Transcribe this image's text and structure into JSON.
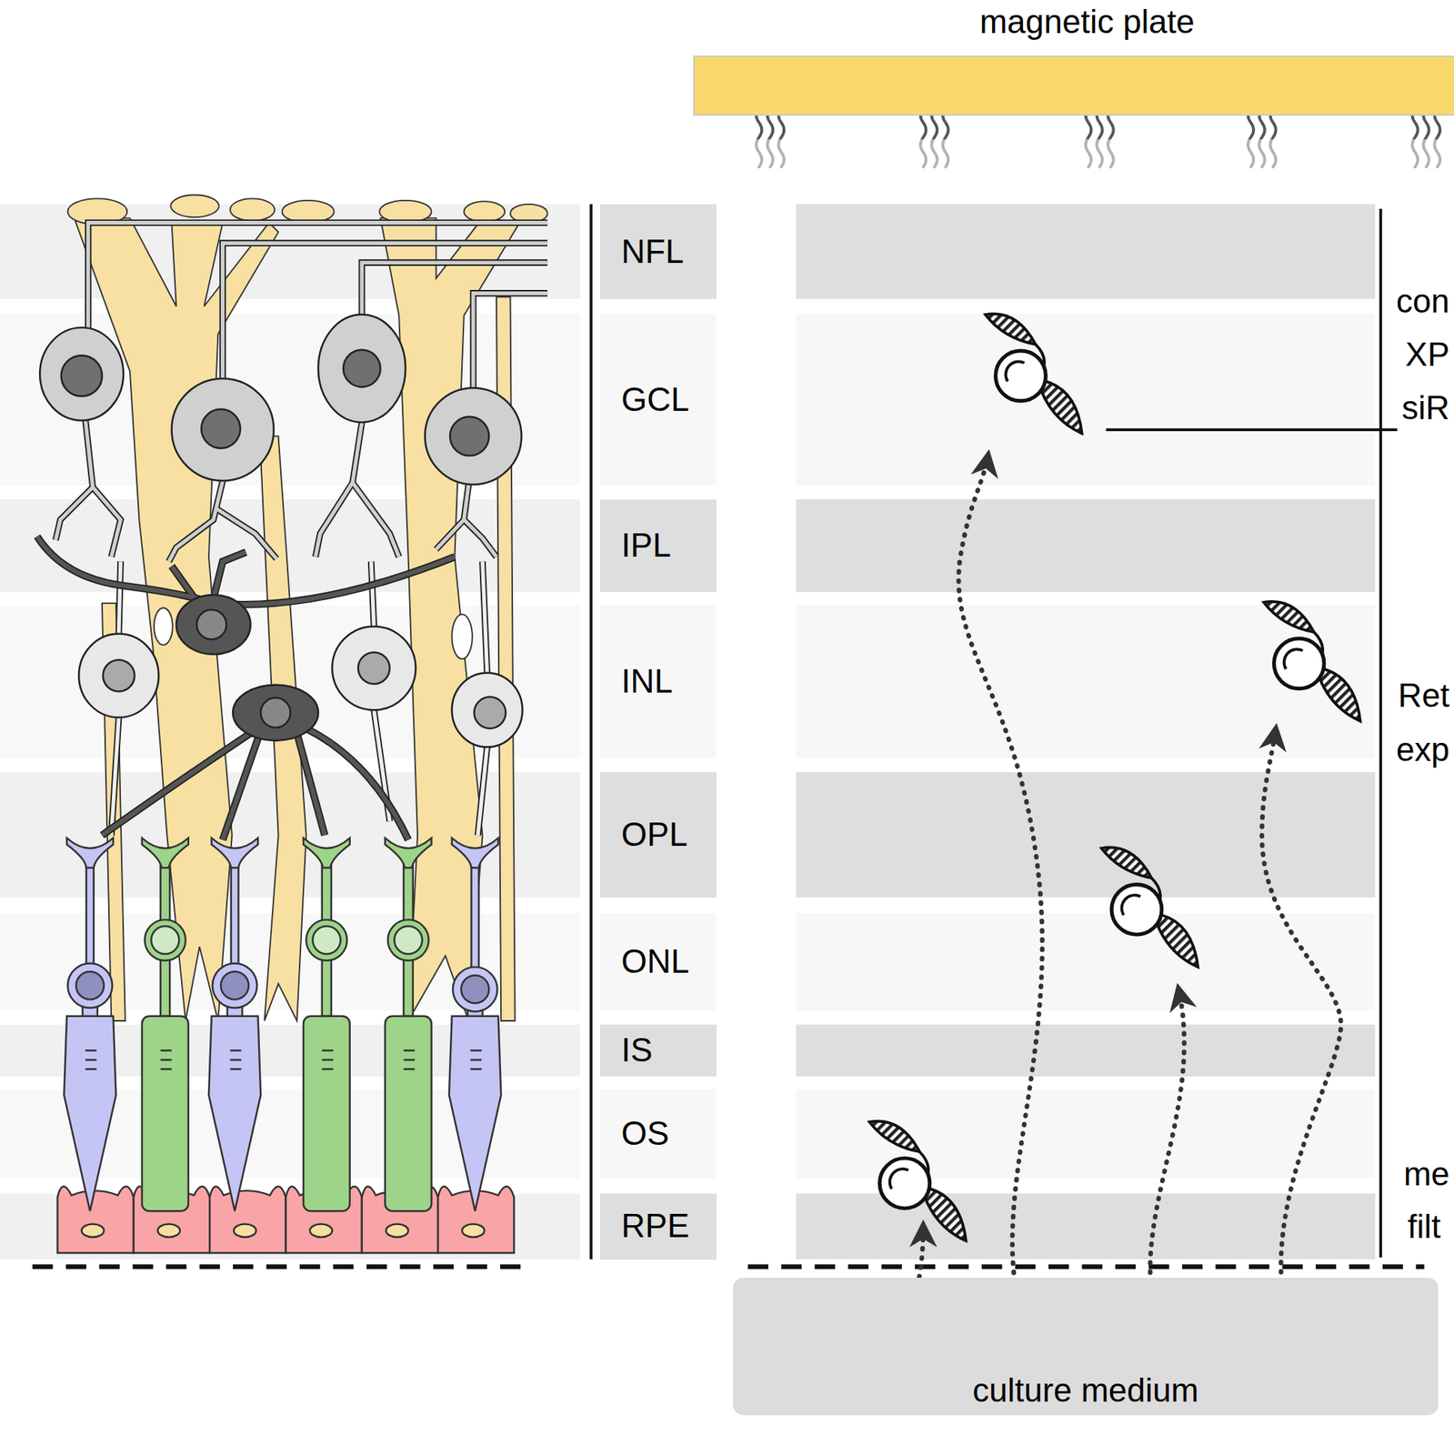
{
  "diagram": {
    "nodes": [
      {
        "text": [
          "magnetic plate"
        ]
      },
      {
        "text": [
          "NFL"
        ]
      },
      {
        "text": [
          "GCL"
        ]
      },
      {
        "text": [
          "IPL"
        ]
      },
      {
        "text": [
          "INL"
        ]
      },
      {
        "text": [
          "OPL"
        ]
      },
      {
        "text": [
          "ONL"
        ]
      },
      {
        "text": [
          "IS"
        ]
      },
      {
        "text": [
          "OS"
        ]
      },
      {
        "text": [
          "RPE"
        ]
      },
      {
        "text": [
          "culture medium"
        ]
      }
    ],
    "labels": [
      "con",
      "XP",
      "siR",
      "Ret",
      "exp",
      "me",
      "filt"
    ]
  }
}
